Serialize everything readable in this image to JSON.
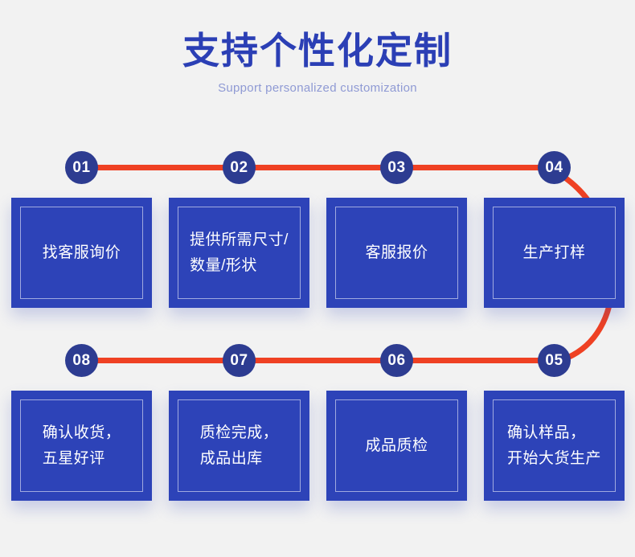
{
  "header": {
    "title": "支持个性化定制",
    "subtitle": "Support personalized customization"
  },
  "colors": {
    "background": "#f2f2f2",
    "title_blue": "#2b3fb5",
    "subtitle_blue": "#8f9ad4",
    "box_blue": "#2d43b8",
    "circle_blue": "#2d3c91",
    "connector_red": "#ef4123",
    "text_white": "#ffffff"
  },
  "flow": {
    "rows": [
      {
        "name": "row-1",
        "steps": [
          {
            "number": "01",
            "label": "找客服询价",
            "lines": 1
          },
          {
            "number": "02",
            "label": "提供所需尺寸/\n数量/形状",
            "lines": 2
          },
          {
            "number": "03",
            "label": "客服报价",
            "lines": 1
          },
          {
            "number": "04",
            "label": "生产打样",
            "lines": 1
          }
        ]
      },
      {
        "name": "row-2",
        "steps": [
          {
            "number": "08",
            "label": "确认收货，\n五星好评",
            "lines": 2
          },
          {
            "number": "07",
            "label": "质检完成，\n成品出库",
            "lines": 2
          },
          {
            "number": "06",
            "label": "成品质检",
            "lines": 1
          },
          {
            "number": "05",
            "label": "确认样品，\n开始大货生产",
            "lines": 2
          }
        ]
      }
    ]
  }
}
